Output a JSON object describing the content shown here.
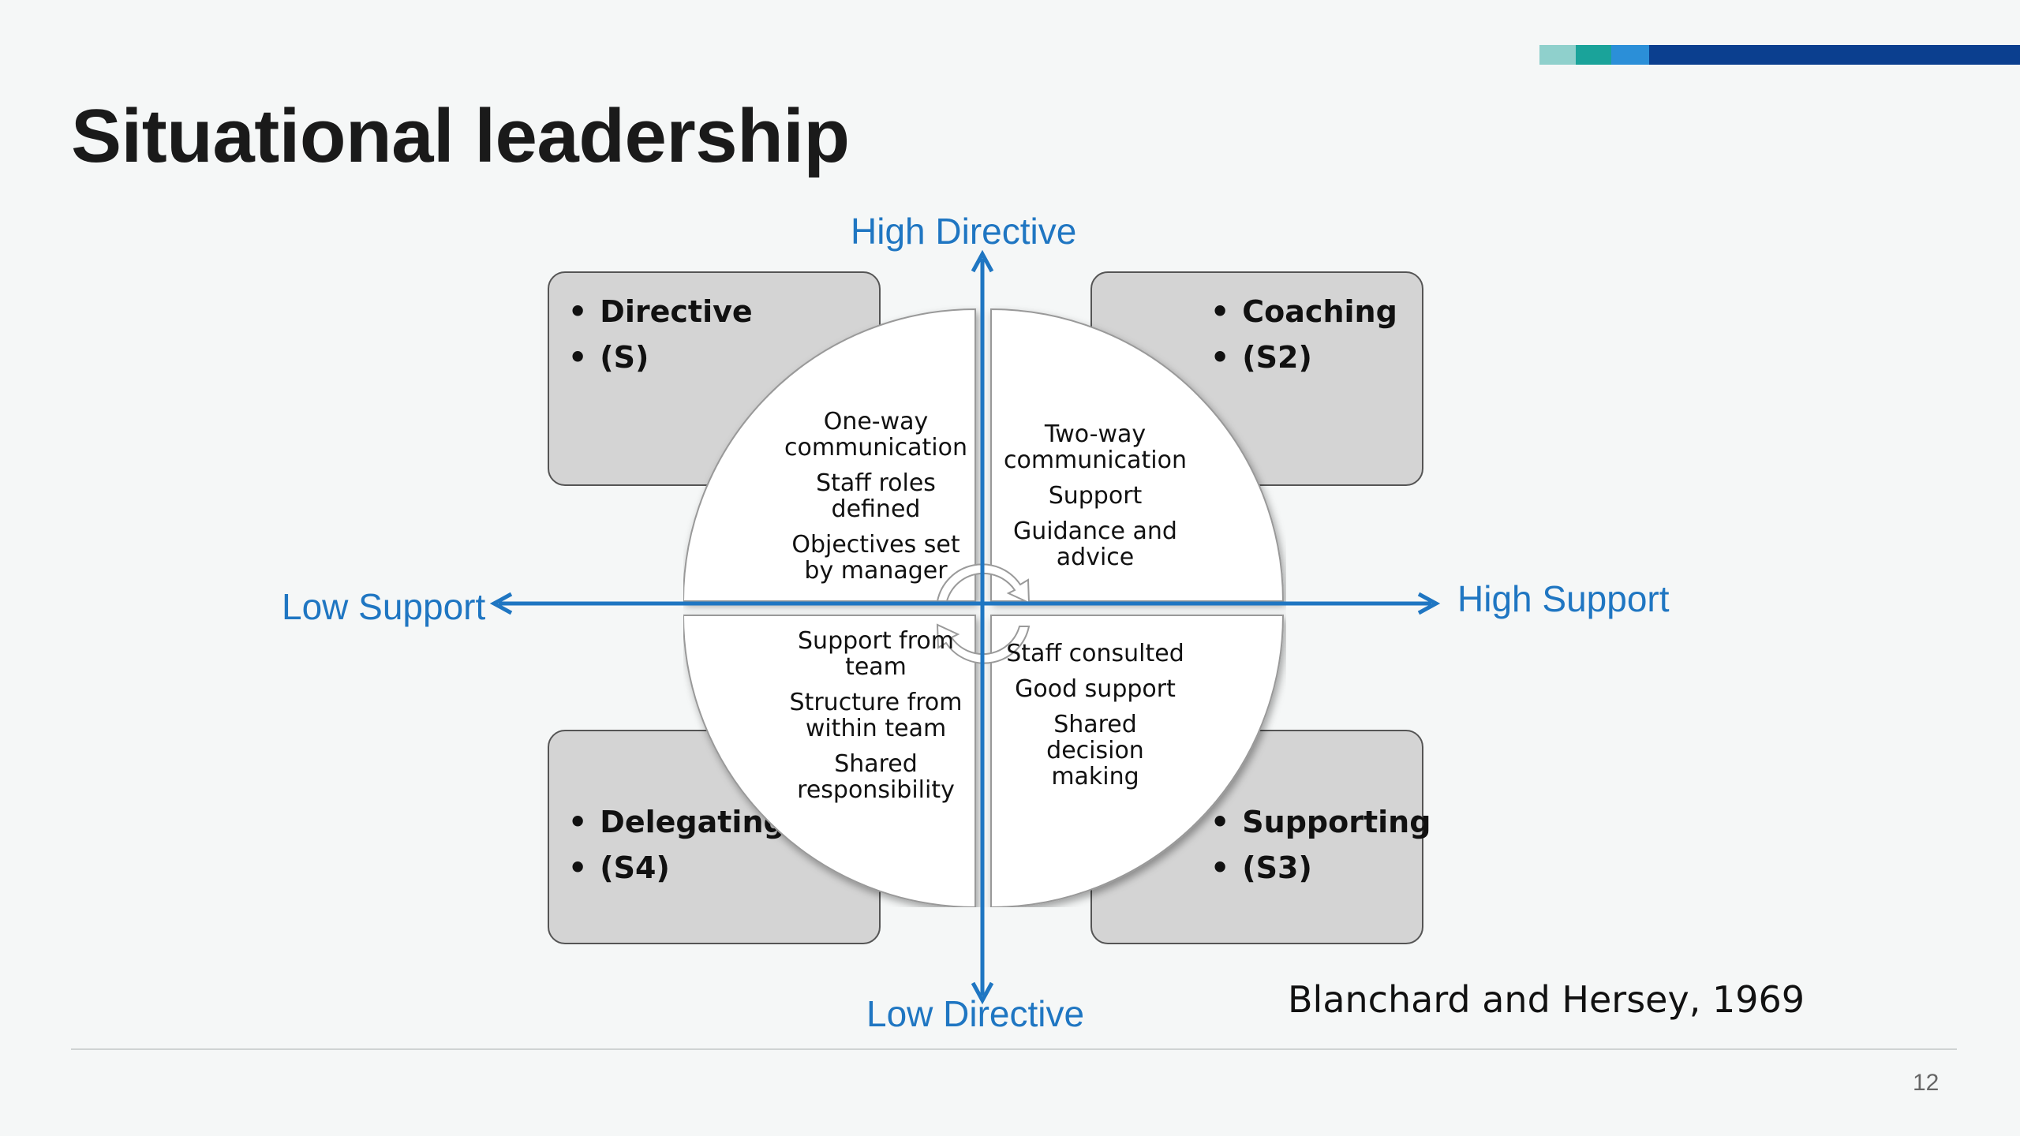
{
  "slide": {
    "title": "Situational leadership",
    "page_number": "12",
    "citation": "Blanchard and Hersey, 1969",
    "accent_colors": [
      "#8fd0cc",
      "#1aa39a",
      "#2b8fd8",
      "#0b3f8f"
    ]
  },
  "axes": {
    "top": "High Directive",
    "bottom": "Low Directive",
    "left": "Low Support",
    "right": "High Support",
    "color": "#1f76c2"
  },
  "styles": {
    "directive": {
      "title": "Directive",
      "code": "(S)"
    },
    "coaching": {
      "title": "Coaching",
      "code": "(S2)"
    },
    "supporting": {
      "title": "Supporting",
      "code": "(S3)"
    },
    "delegating": {
      "title": "Delegating",
      "code": "(S4)"
    }
  },
  "quadrants": {
    "top_left": [
      "One-way communication",
      "Staff roles defined",
      "Objectives set by manager"
    ],
    "top_right": [
      "Two-way communication",
      "Support",
      "Guidance and advice"
    ],
    "bottom_right": [
      "Staff consulted",
      "Good support",
      "Shared decision making"
    ],
    "bottom_left": [
      "Support from team",
      "Structure from within team",
      "Shared responsibility"
    ]
  },
  "icons": {
    "cycle": "circular-arrows-icon"
  }
}
